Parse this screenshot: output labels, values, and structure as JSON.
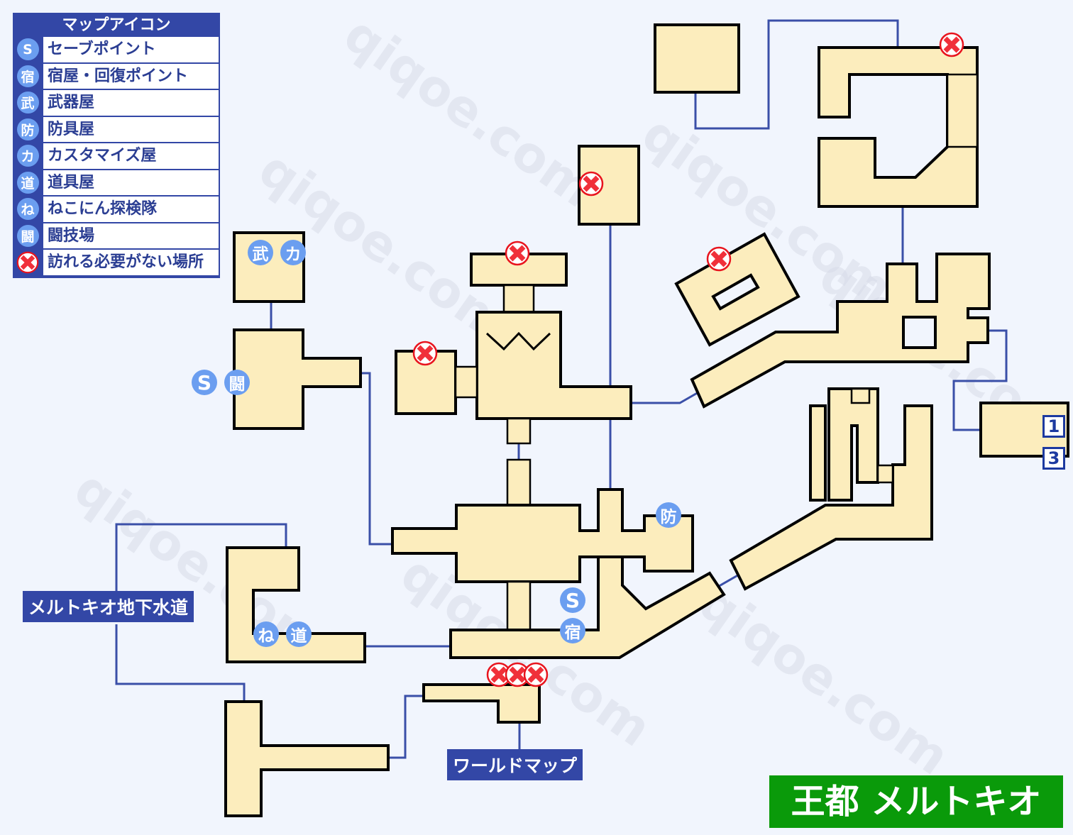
{
  "legend": {
    "title": "マップアイコン",
    "items": [
      {
        "icon": "S",
        "label": "セーブポイント"
      },
      {
        "icon": "宿",
        "label": "宿屋・回復ポイント"
      },
      {
        "icon": "武",
        "label": "武器屋"
      },
      {
        "icon": "防",
        "label": "防具屋"
      },
      {
        "icon": "カ",
        "label": "カスタマイズ屋"
      },
      {
        "icon": "道",
        "label": "道具屋"
      },
      {
        "icon": "ね",
        "label": "ねこにん探検隊"
      },
      {
        "icon": "闘",
        "label": "闘技場"
      },
      {
        "icon": "no-entry-icon",
        "label": "訪れる必要がない場所"
      }
    ]
  },
  "pins": {
    "weapon": "武",
    "custom": "カ",
    "save": "S",
    "arena": "闘",
    "armor": "防",
    "save2": "S",
    "inn": "宿",
    "cat": "ね",
    "item": "道"
  },
  "exits": {
    "sewer": "メルトキオ地下水道",
    "world_map": "ワールドマップ",
    "exit_1": "1",
    "exit_3": "3"
  },
  "map_title": "王都 メルトキオ",
  "watermark": "qiqoe.com",
  "colors": {
    "room": "#fcedbd",
    "route": "#3a4fa8",
    "pin": "#6b9ef0",
    "label_bg": "#3347a6",
    "title_bg": "#0a9a0a",
    "no_entry": "#e8141e"
  }
}
